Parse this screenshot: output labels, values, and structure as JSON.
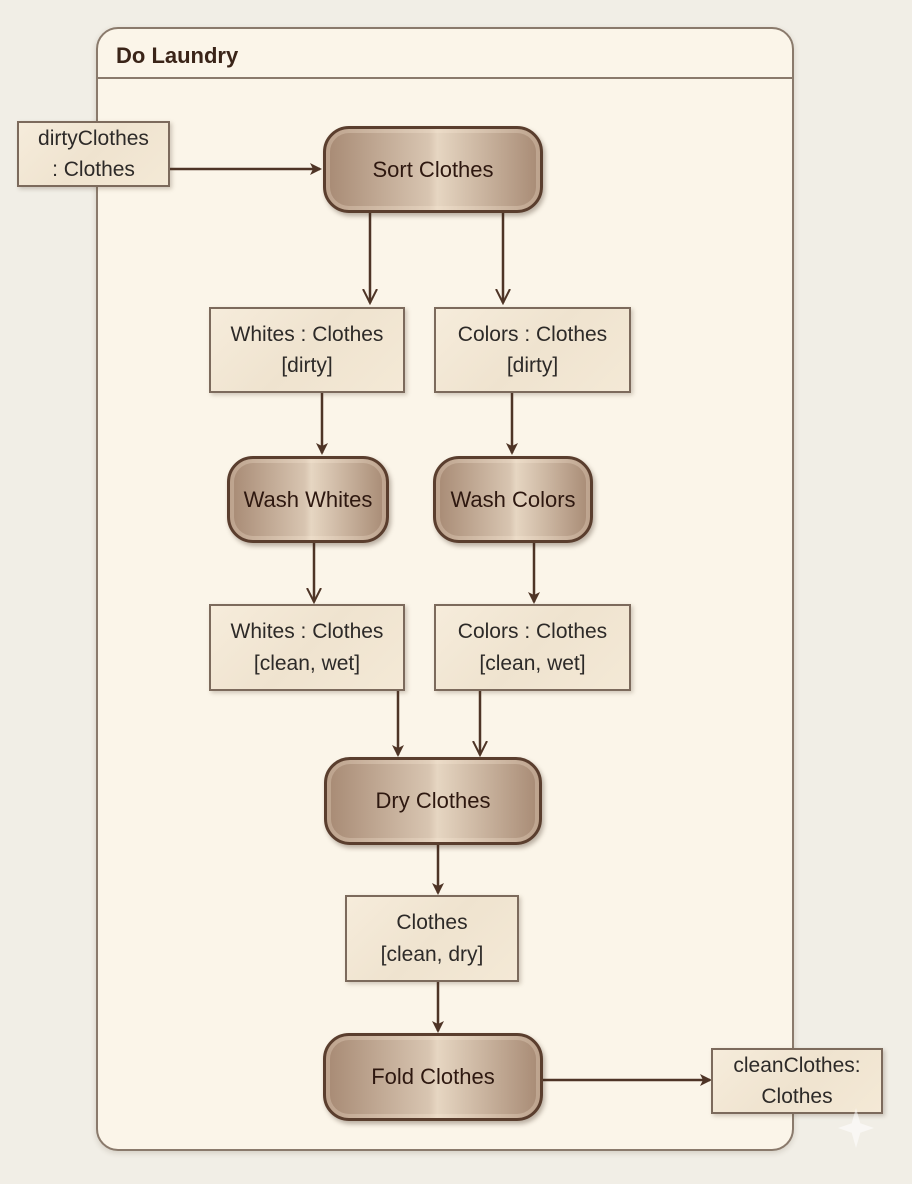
{
  "frame": {
    "title": "Do Laundry"
  },
  "actions": {
    "sort": "Sort Clothes",
    "wash_whites": "Wash Whites",
    "wash_colors": "Wash Colors",
    "dry": "Dry Clothes",
    "fold": "Fold Clothes"
  },
  "objects": {
    "input": {
      "line1": "dirtyClothes",
      "line2": ": Clothes"
    },
    "whites_dirty": {
      "line1": "Whites : Clothes",
      "line2": "[dirty]"
    },
    "colors_dirty": {
      "line1": "Colors : Clothes",
      "line2": "[dirty]"
    },
    "whites_wet": {
      "line1": "Whites : Clothes",
      "line2": "[clean, wet]"
    },
    "colors_wet": {
      "line1": "Colors : Clothes",
      "line2": "[clean, wet]"
    },
    "clothes_dry": {
      "line1": "Clothes",
      "line2": "[clean, dry]"
    },
    "output": {
      "line1": "cleanClothes:",
      "line2": "Clothes"
    }
  },
  "colors": {
    "edge": "#4e3426",
    "action_border": "#5a3e2e",
    "frame_border": "#8a7a6c"
  }
}
